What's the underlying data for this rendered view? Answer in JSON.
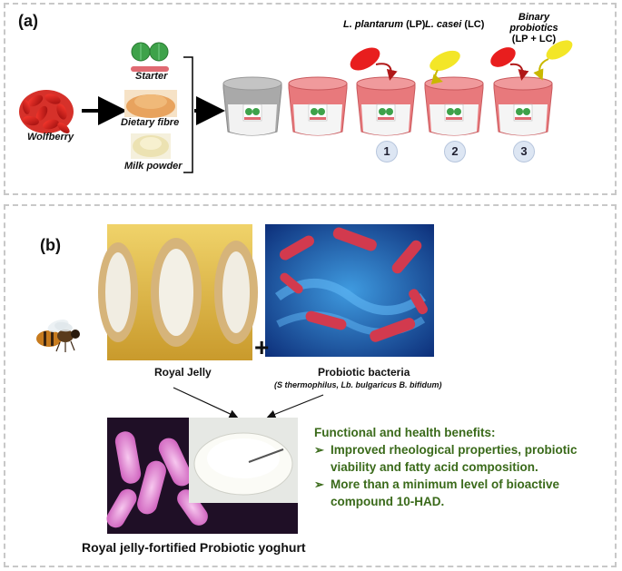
{
  "panel_a": {
    "label": "(a)",
    "inputs": {
      "wolfberry": "Wolfberry",
      "starter": "Starter",
      "dietary_fibre": "Dietary fibre",
      "milk_powder": "Milk powder"
    },
    "probiotics": {
      "lp": {
        "name": "L. plantarum",
        "abbr": "(LP)"
      },
      "lc": {
        "name": "L. casei",
        "abbr": "(LC)"
      },
      "binary": {
        "line1": "Binary probiotics",
        "line2": "(LP + LC)"
      }
    },
    "steps": [
      "1",
      "2",
      "3"
    ],
    "colors": {
      "cup_red": "#e8797c",
      "cup_gray": "#a9a9a9",
      "lp_drop": "#e81e1e",
      "lc_drop": "#f3e627",
      "pearl": "#3ea24a"
    }
  },
  "panel_b": {
    "label": "(b)",
    "plus": "+",
    "royal_jelly": "Royal Jelly",
    "probiotic_bacteria": "Probiotic bacteria",
    "strains": "(S thermophilus, Lb. bulgaricus B. bifidum)",
    "benefits_title": "Functional and health benefits:",
    "benefit_1": "Improved rheological properties, probiotic viability and fatty acid composition.",
    "benefit_2": "More than a minimum level of bioactive compound 10-HAD.",
    "caption": "Royal jelly-fortified Probiotic yoghurt",
    "colors": {
      "benefit_text": "#3a6a1a"
    }
  }
}
